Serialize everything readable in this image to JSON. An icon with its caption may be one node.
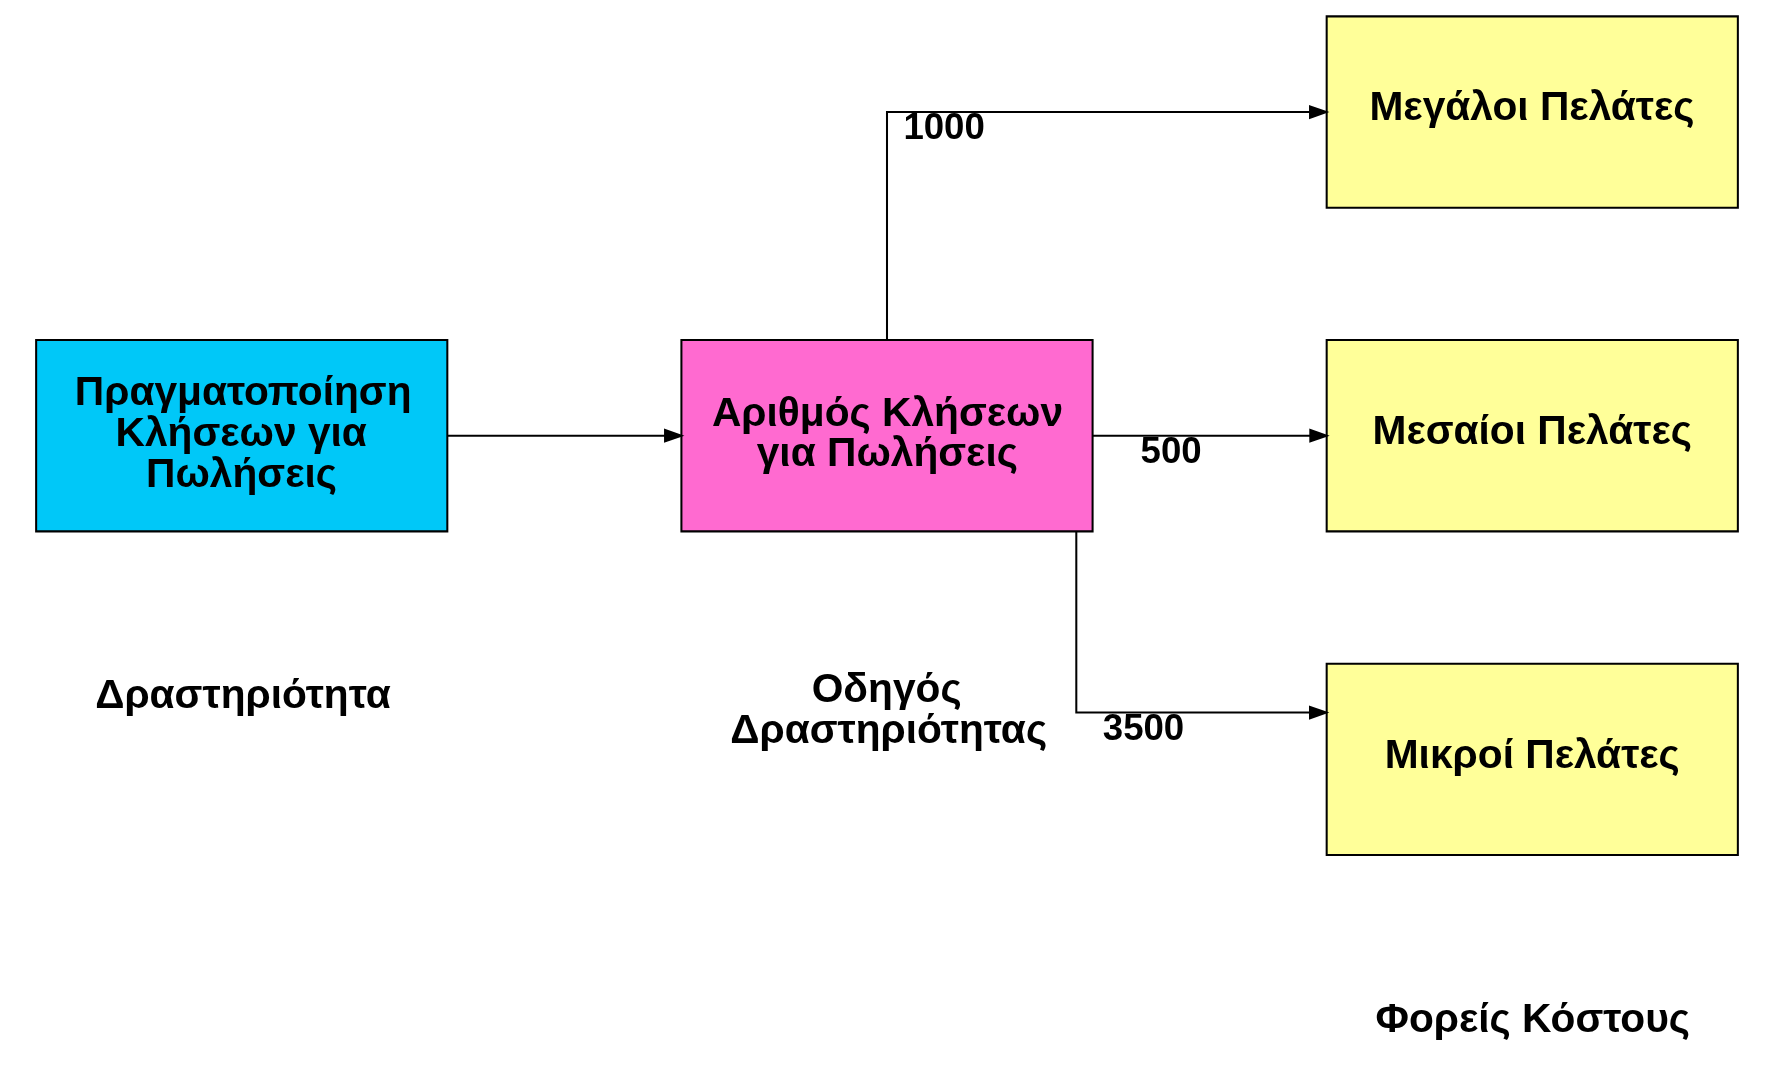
{
  "diagram": {
    "nodes": [
      {
        "text": [
          "Πραγματοποίηση Κλήσεων για Πωλήσεις"
        ]
      },
      {
        "text": [
          "Αριθμός Κλήσεων για Πωλήσεις"
        ]
      },
      {
        "text": [
          "Μεγάλοι Πελάτες"
        ]
      },
      {
        "text": [
          "Μεσαίοι Πελάτες"
        ]
      },
      {
        "text": [
          "Μικροί Πελάτες"
        ]
      }
    ],
    "edges": [
      {
        "from": 0,
        "to": 1,
        "arrow": "to"
      },
      {
        "from": 1,
        "to": 2,
        "arrow": "to",
        "label": "1000"
      },
      {
        "from": 1,
        "to": 3,
        "arrow": "to",
        "label": "500"
      },
      {
        "from": 1,
        "to": 4,
        "arrow": "to",
        "label": "3500"
      }
    ],
    "labels": [
      "Φορείς Κόστους",
      "Δραστηριότητα",
      "Οδηγός Δραστηριότητας"
    ]
  }
}
